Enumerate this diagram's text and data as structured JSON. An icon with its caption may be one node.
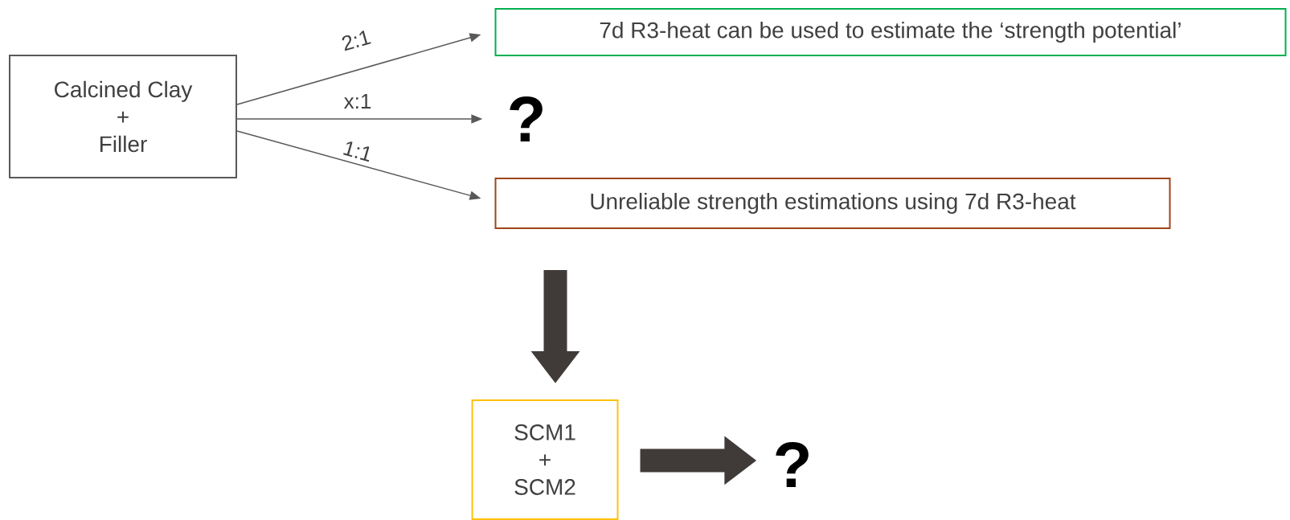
{
  "diagram": {
    "nodes": [
      {
        "text": [
          "Calcined Clay",
          "+",
          "Filler"
        ]
      },
      {
        "text": [
          "7d R3-heat can be used to estimate the ‘strength potential’"
        ]
      },
      {
        "text": [
          "?"
        ]
      },
      {
        "text": [
          "Unreliable strength estimations using 7d R3-heat"
        ]
      },
      {
        "text": [
          "SCM1",
          "+",
          "SCM2"
        ]
      },
      {
        "text": [
          "?"
        ]
      }
    ],
    "edges": [
      {
        "from": 0,
        "to": 1,
        "arrow": "to",
        "label": "2:1"
      },
      {
        "from": 0,
        "to": 2,
        "arrow": "to",
        "label": "x:1"
      },
      {
        "from": 0,
        "to": 3,
        "arrow": "to",
        "label": "1:1"
      },
      {
        "from": 3,
        "to": 4,
        "arrow": "to",
        "style": "thick"
      },
      {
        "from": 4,
        "to": 5,
        "arrow": "to",
        "style": "thick"
      }
    ]
  }
}
